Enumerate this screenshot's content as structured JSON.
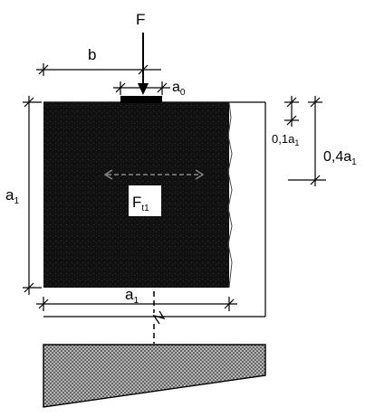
{
  "labels": {
    "force": "F",
    "width_b": "b",
    "load_width_a0": "a",
    "load_width_a0_sub": "0",
    "height_a1_left": "a",
    "height_a1_left_sub": "1",
    "width_a1_bottom": "a",
    "width_a1_bottom_sub": "1",
    "dim_01a1_prefix": "0,1a",
    "dim_01a1_sub": "1",
    "dim_04a1_prefix": "0,4a",
    "dim_04a1_sub": "1",
    "tension_force": "F",
    "tension_force_sub": "t1"
  },
  "colors": {
    "block": "#111111",
    "hatch": "#555555",
    "line": "#000000",
    "tension": "#888888"
  }
}
